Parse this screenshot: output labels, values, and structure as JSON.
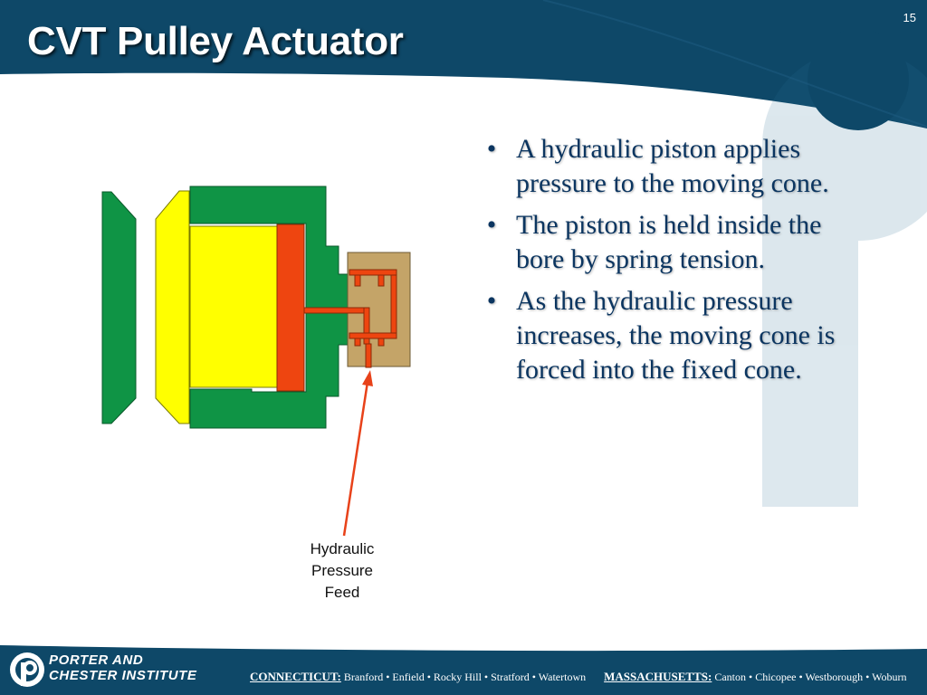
{
  "slide": {
    "title": "CVT Pulley Actuator",
    "number": "15"
  },
  "bullets": [
    "A hydraulic piston applies pressure to the moving cone.",
    "The piston is held inside the bore by spring tension.",
    "As the hydraulic pressure increases, the moving cone is forced into the fixed cone."
  ],
  "diagram": {
    "label_lines": [
      "Hydraulic",
      "Pressure",
      "Feed"
    ],
    "colors": {
      "fixed_cone": "#0f9445",
      "moving_cone": "#ffff00",
      "piston_housing": "#0f9445",
      "piston": "#ee4510",
      "valve_body": "#c4a468",
      "arrow": "#e8421a"
    }
  },
  "footer": {
    "logo_line1": "PORTER AND",
    "logo_line2": "CHESTER INSTITUTE",
    "ct_label": "CONNECTICUT:",
    "ct_cities": "Branford • Enfield • Rocky Hill • Stratford • Watertown",
    "ma_label": "MASSACHUSETTS:",
    "ma_cities": "Canton • Chicopee • Westborough • Woburn"
  },
  "theme": {
    "navy": "#0e4868",
    "title_text": "#ffffff",
    "body_text": "#0b3560"
  }
}
